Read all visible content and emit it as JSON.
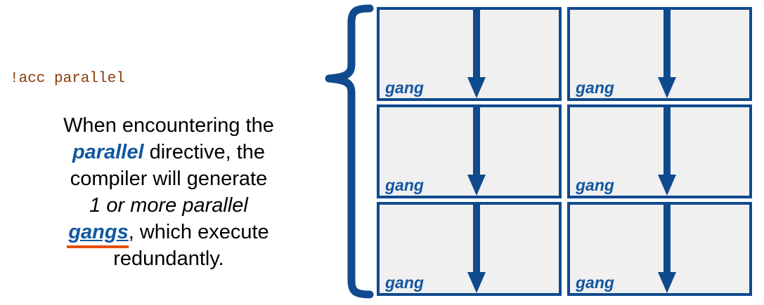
{
  "slide": {
    "directive": {
      "code": "!acc parallel",
      "color": "#8a3b08"
    },
    "description": {
      "line1_pre": "When encountering the",
      "keyword_parallel": "parallel",
      "line2_post": " directive, the",
      "line3": "compiler will generate",
      "italic_phrase": "1 or more parallel",
      "keyword_gangs": "gangs",
      "line5_post": ", which execute",
      "line6": "redundantly.",
      "text_color": "#000000",
      "accent_color": "#1257a0",
      "underline_color": "#e8500a"
    },
    "brace": {
      "icon": "left-curly-brace",
      "color": "#104a8e",
      "orientation": "opens-right"
    },
    "grid": {
      "rows": 3,
      "columns": 2,
      "box_fill": "#f0f0f0",
      "box_border": "#104a8e",
      "arrow_color": "#104a8e",
      "arrow_icon": "arrow-down-icon",
      "boxes": [
        {
          "label": "gang"
        },
        {
          "label": "gang"
        },
        {
          "label": "gang"
        },
        {
          "label": "gang"
        },
        {
          "label": "gang"
        },
        {
          "label": "gang"
        }
      ]
    }
  }
}
